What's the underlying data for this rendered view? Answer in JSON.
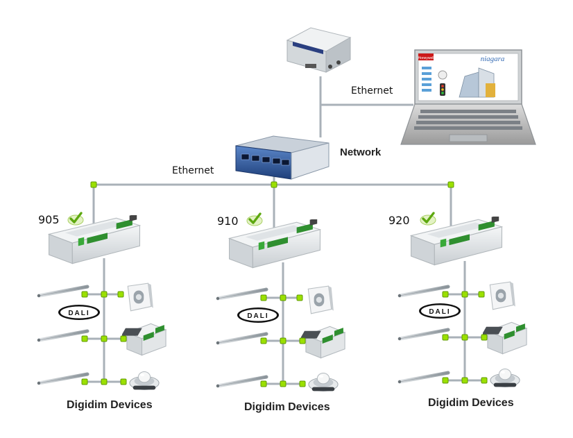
{
  "uplink": {
    "label": "Ethernet"
  },
  "switch": {
    "label": "Network"
  },
  "trunk": {
    "label": "Ethernet"
  },
  "laptop": {
    "screen": {
      "logo": "niagara",
      "brand": "Honeywell"
    }
  },
  "controllers": [
    {
      "id": "905",
      "bus_label": "DALI",
      "caption": "Digidim Devices"
    },
    {
      "id": "910",
      "bus_label": "DALI",
      "caption": "Digidim Devices"
    },
    {
      "id": "920",
      "bus_label": "DALI",
      "caption": "Digidim Devices"
    }
  ],
  "colors": {
    "cable": "#a9b1b8",
    "node": "#8fd400",
    "check": "#7cc11c",
    "housing": "#e9ecee",
    "terminal": "#3c9a3c"
  },
  "icons": {
    "status": "check-icon",
    "sensor": "pir-sensor-icon",
    "panel": "wall-panel-icon",
    "module": "relay-module-icon",
    "fixture": "fluorescent-tube-icon"
  }
}
